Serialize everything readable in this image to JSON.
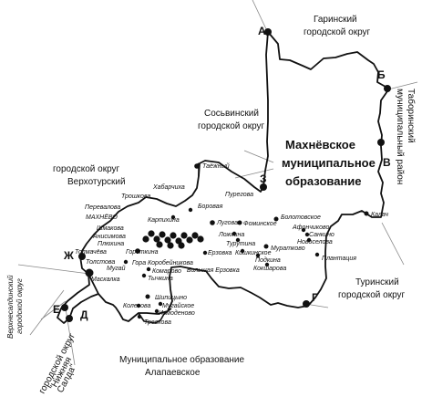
{
  "title_lines": [
    "Махнёвское",
    "муниципальное",
    "образование"
  ],
  "neighbors": {
    "garinsky": [
      "Гаринский",
      "городской округ"
    ],
    "sosvinsky": [
      "Сосьвинский",
      "городской округ"
    ],
    "verkhotursky": [
      "городской округ",
      "Верхотурский"
    ],
    "taborinsky": [
      "Таборинский",
      "муниципальный район"
    ],
    "turinsky": [
      "Туринский",
      "городской округ"
    ],
    "alapaevskoe": [
      "Муниципальное образование",
      "Алапаевское"
    ],
    "verkhnesaldinsky": [
      "Верхнесалдинский",
      "городской округ"
    ],
    "nizhnyaya_salda": [
      "городской округ",
      "\"Нижняя",
      "Салда\""
    ]
  },
  "boundary_points": [
    "А",
    "Б",
    "В",
    "Г",
    "Д",
    "Е",
    "Ж",
    "З"
  ],
  "settlements": [
    "Таёжный",
    "Хабарчиха",
    "Трошкова",
    "Перевалова",
    "МАХНЁВО",
    "Карпихина",
    "Боровая",
    "Пурегова",
    "Луговая",
    "Фоминское",
    "Болотовское",
    "Афончиково",
    "Санкино",
    "Новоселова",
    "Калач",
    "Шмакова",
    "Анисимова",
    "Плюхина",
    "Толмачёва",
    "Толстова",
    "Мугай",
    "Маскалка",
    "Горсткина",
    "Ерзовка",
    "Ложкина",
    "Турутина",
    "Муратково",
    "Кишкинское",
    "Подкина",
    "Кокшарова",
    "Плантация",
    "Гора Коробейникова",
    "Комарово",
    "Тычкина",
    "Большая Ерзовка",
    "Шипицыно",
    "Колесова",
    "Мугайское",
    "Измоденово",
    "Трескова"
  ],
  "colors": {
    "boundary": "#111111",
    "leader_lines": "#888888",
    "background": "#ffffff"
  }
}
